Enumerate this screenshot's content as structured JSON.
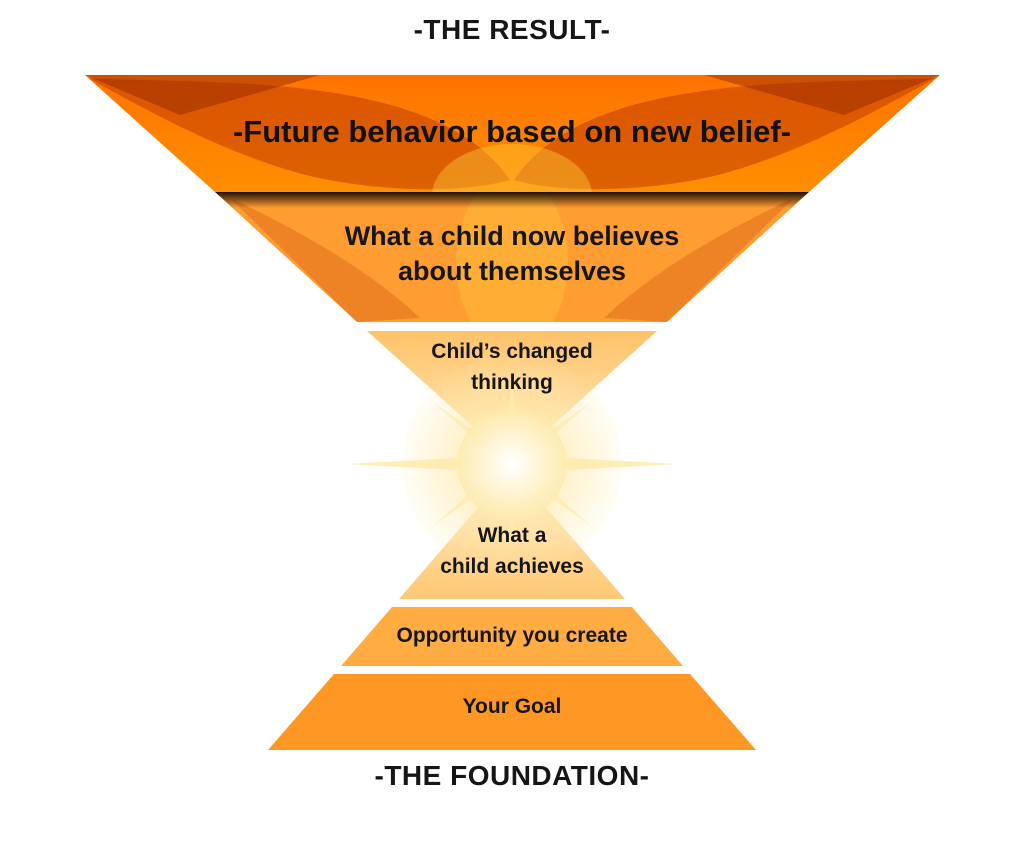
{
  "diagram": {
    "title_top": "-THE RESULT-",
    "title_bottom": "-THE FOUNDATION-",
    "result_funnel": {
      "tier1": {
        "label": "-Future behavior based on new belief-"
      },
      "tier2": {
        "line1": "What a child now believes",
        "line2": "about themselves"
      },
      "tier3": {
        "line1": "Child’s changed",
        "line2": "thinking"
      }
    },
    "foundation_pyramid": {
      "tier1": {
        "line1": "What a",
        "line2": "child achieves"
      },
      "tier2": {
        "label": "Opportunity you create"
      },
      "tier3": {
        "label": "Your Goal"
      }
    },
    "colors": {
      "tier_result_top": "#FF7300",
      "tier_result_bottom": "#FF8F00",
      "tier_believes": "#FF9D33",
      "tier_thinking_top": "#FFC268",
      "tier_thinking_bottom": "#FFECC4",
      "tier_achieves_top": "#FFEFD0",
      "tier_achieves_bottom": "#FFC873",
      "tier_opportunity": "#FFAC42",
      "tier_goal": "#FF9724",
      "wing": "#BC3600",
      "wing_dark": "#8F2600",
      "dark_band": "#140800",
      "gold": "#FFC53A",
      "glow_core": "#FFFFFF",
      "glow_mid": "#FFEBAE",
      "text": "#161616"
    }
  }
}
